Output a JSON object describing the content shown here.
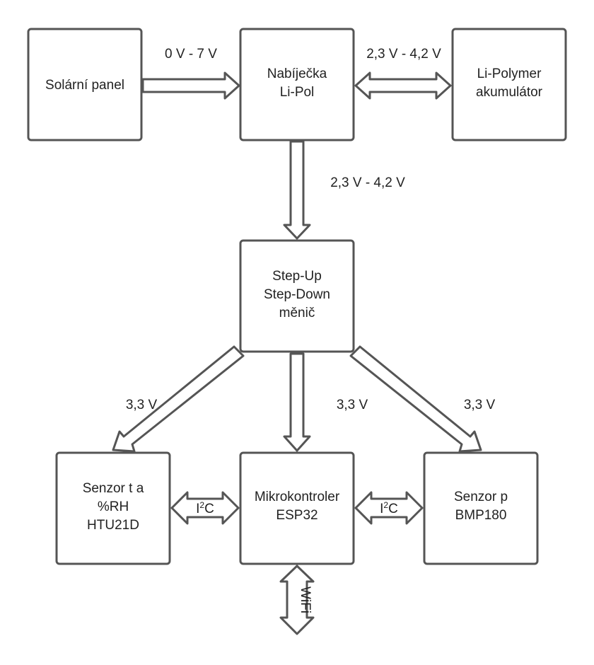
{
  "blocks": {
    "solar": [
      "Solární panel"
    ],
    "charger": [
      "Nabíječka",
      "Li-Pol"
    ],
    "battery": [
      "Li-Polymer",
      "akumulátor"
    ],
    "converter": [
      "Step-Up",
      "Step-Down",
      "měnič"
    ],
    "sensor_htu": [
      "Senzor t a",
      "%RH",
      "HTU21D"
    ],
    "mcu": [
      "Mikrokontroler",
      "ESP32"
    ],
    "sensor_bmp": [
      "Senzor p",
      "BMP180"
    ]
  },
  "edges": {
    "solar_to_charger": "0 V - 7 V",
    "charger_battery": "2,3 V - 4,2 V",
    "charger_to_converter": "2,3 V - 4,2 V",
    "converter_to_htu": "3,3 V",
    "converter_to_mcu": "3,3 V",
    "converter_to_bmp": "3,3 V",
    "i2c_left": {
      "base": "I",
      "sup": "2",
      "tail": "C"
    },
    "i2c_right": {
      "base": "I",
      "sup": "2",
      "tail": "C"
    },
    "wifi": "WiFi"
  },
  "colors": {
    "stroke": "#555555",
    "fill": "#ffffff",
    "text": "#222222"
  }
}
